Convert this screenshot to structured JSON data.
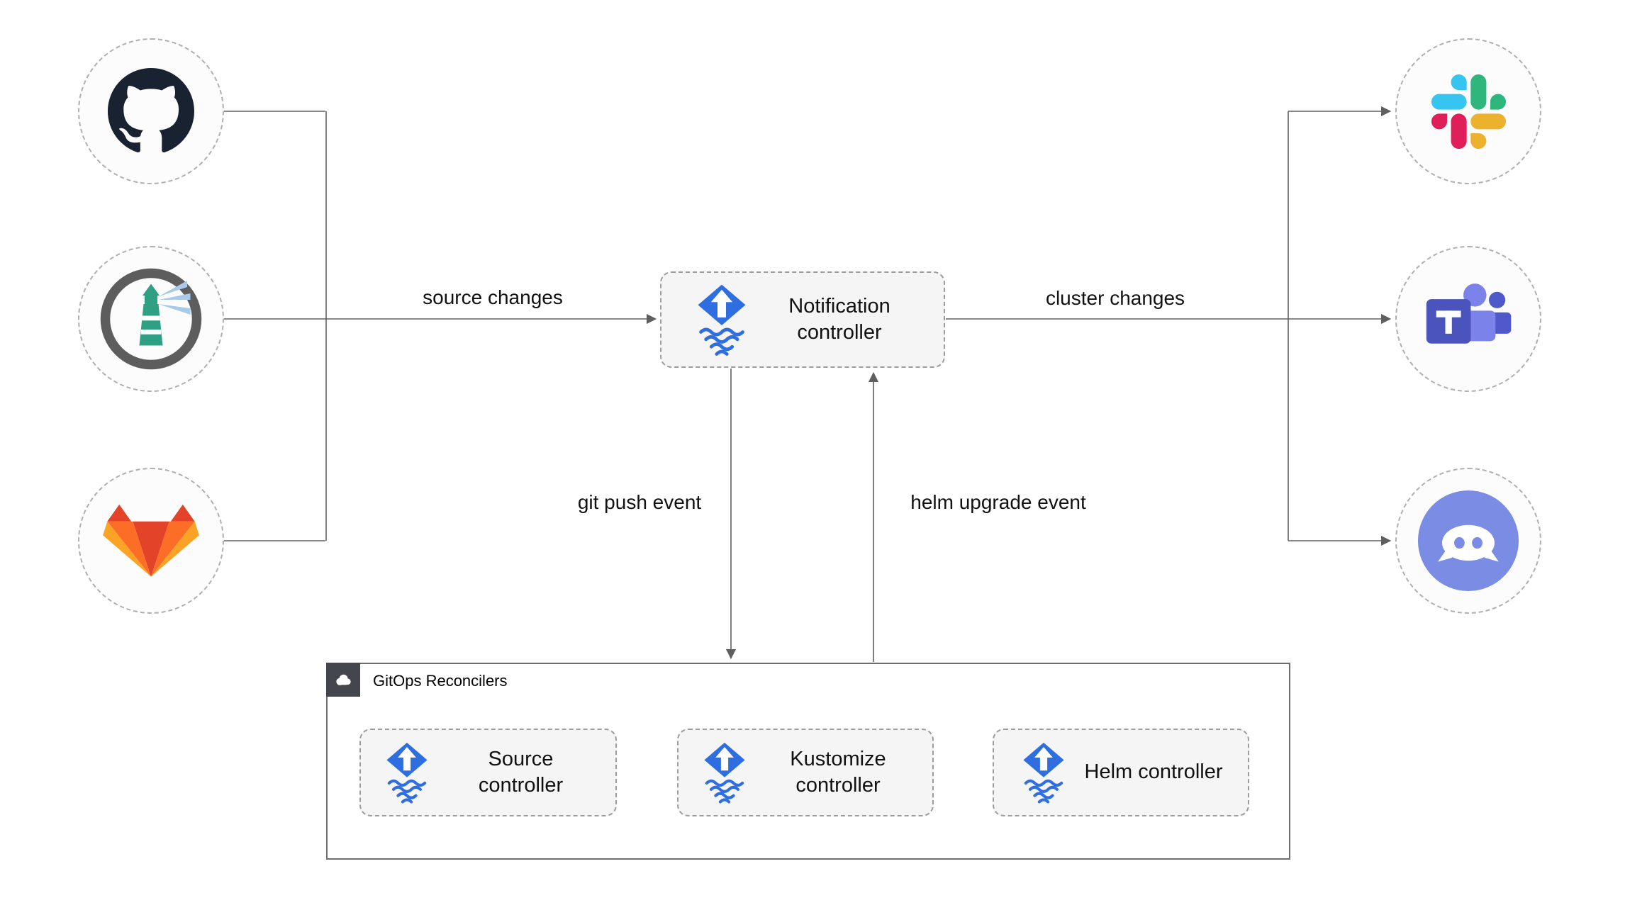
{
  "group": {
    "title": "GitOps Reconcilers",
    "icon": "cloud-icon"
  },
  "nodes": {
    "notification_controller": {
      "label": "Notification controller",
      "icon": "flux-icon"
    },
    "source_controller": {
      "label": "Source controller",
      "icon": "flux-icon"
    },
    "kustomize_controller": {
      "label": "Kustomize controller",
      "icon": "flux-icon"
    },
    "helm_controller": {
      "label": "Helm controller",
      "icon": "flux-icon"
    },
    "sources": [
      {
        "icon": "github-icon"
      },
      {
        "icon": "harbor-icon"
      },
      {
        "icon": "gitlab-icon"
      }
    ],
    "targets": [
      {
        "icon": "slack-icon"
      },
      {
        "icon": "microsoft-teams-icon"
      },
      {
        "icon": "discord-icon"
      }
    ]
  },
  "edges": [
    {
      "from": "sources",
      "to": "notification_controller",
      "label": "source changes"
    },
    {
      "from": "notification_controller",
      "to": "targets",
      "label": "cluster changes"
    },
    {
      "from": "notification_controller",
      "to": "gitops_reconcilers",
      "label": "git push event"
    },
    {
      "from": "gitops_reconcilers",
      "to": "notification_controller",
      "label": "helm upgrade event"
    },
    {
      "from": "source_controller",
      "to": "kustomize_controller",
      "label": ""
    },
    {
      "from": "kustomize_controller",
      "to": "helm_controller",
      "label": ""
    }
  ],
  "colors": {
    "flux_blue": "#2F6EE0",
    "edge_line": "#616161",
    "node_fill": "#F5F5F5",
    "node_border": "#9C9C9C",
    "github_black": "#182230",
    "gitlab_red": "#E24329",
    "gitlab_orange": "#FC6D26",
    "gitlab_yellow": "#FCA326",
    "slack_blue": "#36C5F0",
    "slack_green": "#2EB67D",
    "slack_yellow": "#ECB22E",
    "slack_red": "#E01E5A",
    "teams_purple": "#4B53BC",
    "teams_lilac": "#7B83EB",
    "discord_blurple": "#7B8CE4",
    "harbor_teal": "#2FA084",
    "group_badge": "#43464C"
  }
}
